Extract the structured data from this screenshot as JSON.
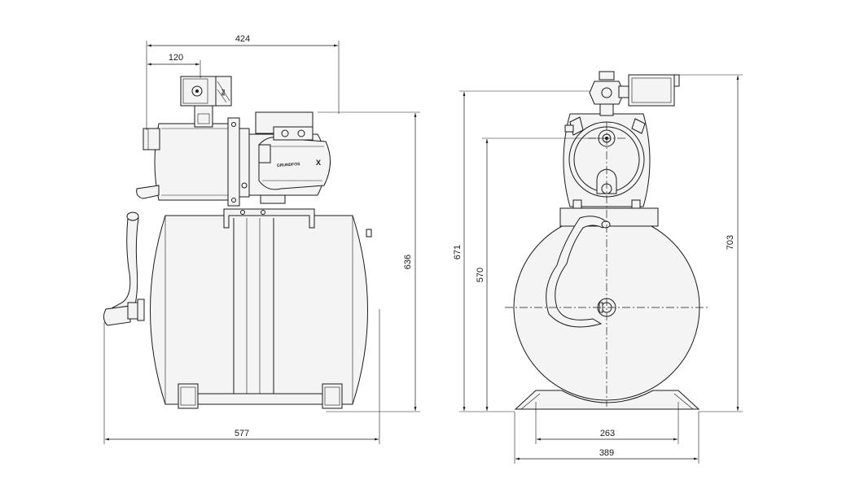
{
  "brand": {
    "text": "GRUNDFOS",
    "logo_mark": "X"
  },
  "switch_label": "PM",
  "dimensions": {
    "side": {
      "overall_width": "424",
      "switch_offset": "120",
      "height": "636",
      "base_width": "577"
    },
    "front": {
      "height_top": "671",
      "height_axis": "570",
      "height_total": "703",
      "foot_width": "263",
      "overall_width": "389"
    }
  }
}
